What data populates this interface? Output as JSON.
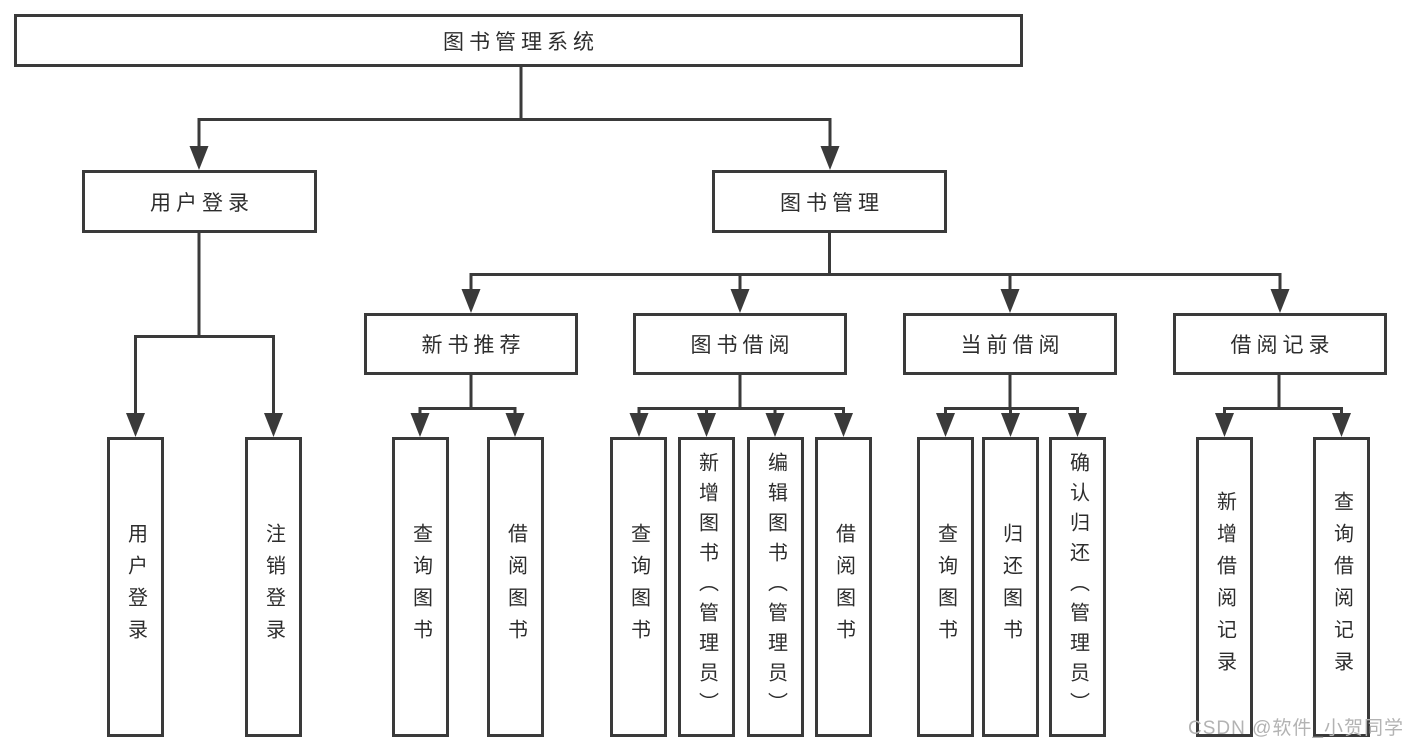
{
  "diagram": {
    "type": "tree",
    "root": {
      "label": "图书管理系统"
    },
    "level1": [
      {
        "id": "user-login",
        "label": "用户登录",
        "parent": "图书管理系统"
      },
      {
        "id": "book-management",
        "label": "图书管理",
        "parent": "图书管理系统"
      }
    ],
    "level2": [
      {
        "id": "new-book-recommendation",
        "label": "新书推荐",
        "parent": "图书管理"
      },
      {
        "id": "book-borrowing",
        "label": "图书借阅",
        "parent": "图书管理"
      },
      {
        "id": "current-borrowing",
        "label": "当前借阅",
        "parent": "图书管理"
      },
      {
        "id": "borrowing-records",
        "label": "借阅记录",
        "parent": "图书管理"
      }
    ],
    "leaves": [
      {
        "label": "用户登录",
        "parent": "用户登录"
      },
      {
        "label": "注销登录",
        "parent": "用户登录"
      },
      {
        "label": "查询图书",
        "parent": "新书推荐"
      },
      {
        "label": "借阅图书",
        "parent": "新书推荐"
      },
      {
        "label": "查询图书",
        "parent": "图书借阅"
      },
      {
        "label": "新增图书（管理员）",
        "parent": "图书借阅"
      },
      {
        "label": "编辑图书（管理员）",
        "parent": "图书借阅"
      },
      {
        "label": "借阅图书",
        "parent": "图书借阅"
      },
      {
        "label": "查询图书",
        "parent": "当前借阅"
      },
      {
        "label": "归还图书",
        "parent": "当前借阅"
      },
      {
        "label": "确认归还（管理员）",
        "parent": "当前借阅"
      },
      {
        "label": "新增借阅记录",
        "parent": "借阅记录"
      },
      {
        "label": "查询借阅记录",
        "parent": "借阅记录"
      }
    ],
    "watermark": "CSDN @软件_小贺同学",
    "colors": {
      "line": "#3a3a3a",
      "border": "#3a3a3a",
      "text": "#2d2d2d",
      "background": "#ffffff",
      "watermark": "#b3b3b3"
    }
  }
}
